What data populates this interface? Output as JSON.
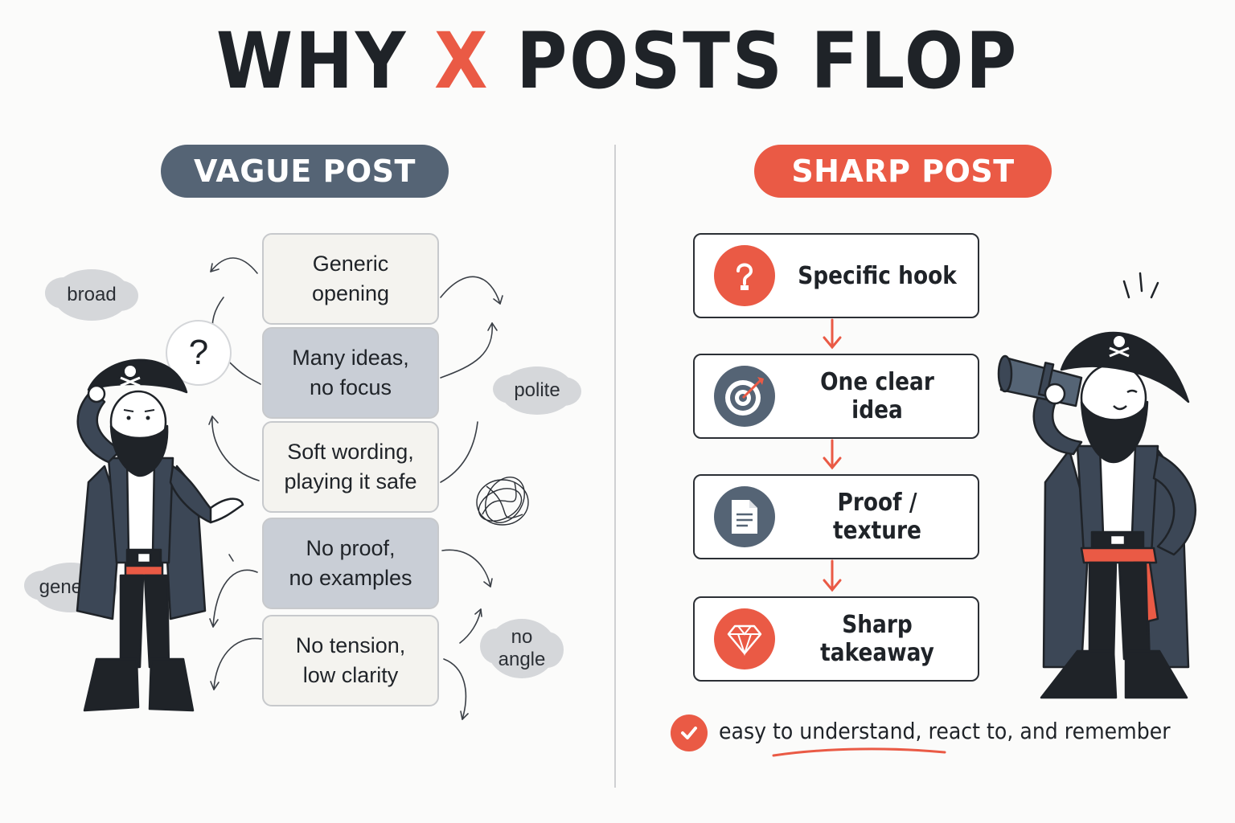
{
  "title": {
    "prefix": "WHY",
    "highlight": "X",
    "suffix": "POSTS FLOP"
  },
  "vague": {
    "label": "VAGUE POST",
    "steps": [
      "Generic\nopening",
      "Many ideas,\nno focus",
      "Soft wording,\nplaying it safe",
      "No proof,\nno examples",
      "No tension,\nlow clarity"
    ],
    "clouds": [
      "broad",
      "polite",
      "generic",
      "no\nangle"
    ],
    "question_mark": "?"
  },
  "sharp": {
    "label": "SHARP POST",
    "steps": [
      {
        "label": "Specific hook",
        "icon": "hook-icon"
      },
      {
        "label": "One clear idea",
        "icon": "target-icon"
      },
      {
        "label": "Proof / texture",
        "icon": "document-icon"
      },
      {
        "label": "Sharp takeaway",
        "icon": "diamond-icon"
      }
    ],
    "footer": "easy to understand, react to, and remember"
  },
  "colors": {
    "accent": "#ea5a45",
    "slate": "#556475",
    "ink": "#1f2328"
  }
}
